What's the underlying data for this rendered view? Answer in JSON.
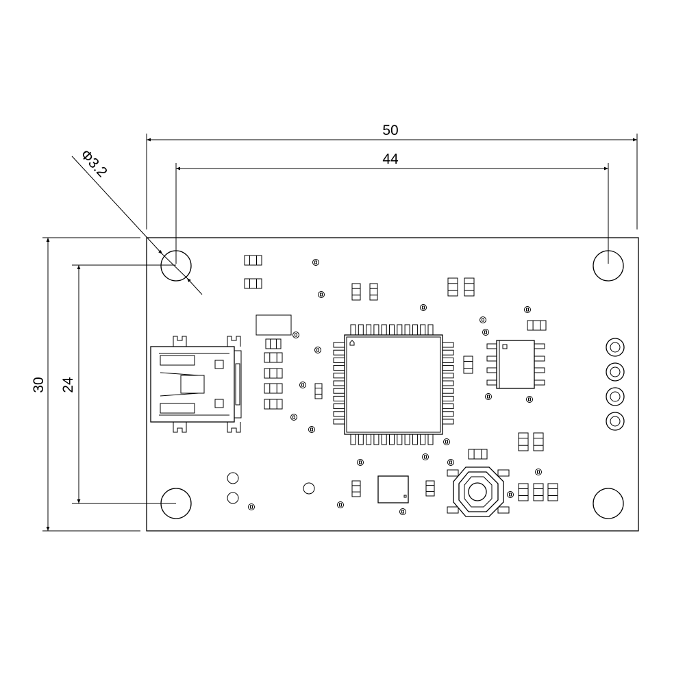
{
  "drawing": {
    "dimensions": {
      "overall_width": "50",
      "hole_spacing_x": "44",
      "overall_height": "30",
      "hole_spacing_y": "24",
      "hole_diameter": "Φ3.2"
    },
    "colors": {
      "line": "#000000",
      "background": "#ffffff"
    }
  }
}
